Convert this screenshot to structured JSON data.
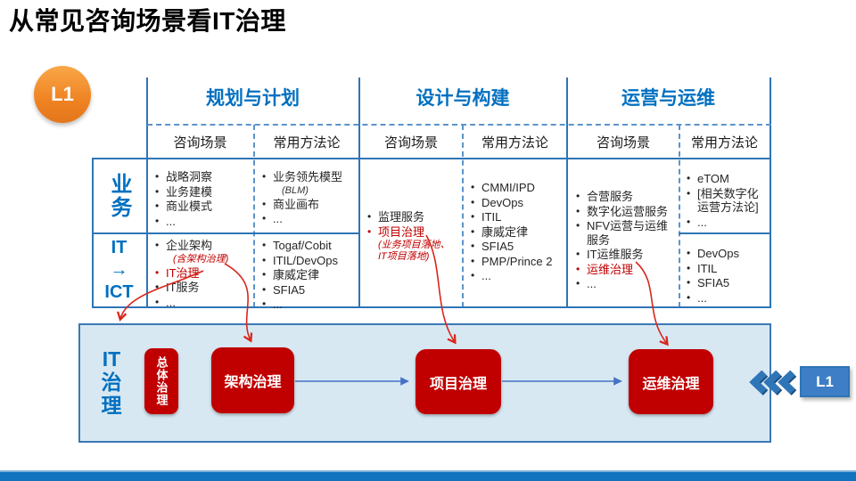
{
  "slide": {
    "title": "从常见咨询场景看IT治理"
  },
  "badges": {
    "level_circle": "L1",
    "level_tag": "L1"
  },
  "table": {
    "phase_headers": {
      "planning": "规划与计划",
      "design": "设计与构建",
      "operations": "运营与运维"
    },
    "sub_headers": {
      "scenario": "咨询场景",
      "method": "常用方法论"
    },
    "row_labels": {
      "business": "业务",
      "it_lines": [
        "IT",
        "→",
        "ICT"
      ]
    },
    "cells": {
      "planning_business_scenarios": [
        "战略洞察",
        "业务建模",
        "商业模式",
        "..."
      ],
      "planning_business_methods": [
        "业务领先模型",
        "商业画布",
        "..."
      ],
      "planning_business_method_note": "(BLM)",
      "planning_it_scenarios": [
        "企业架构",
        "IT治理",
        "IT服务",
        "..."
      ],
      "planning_it_scenario_note": "(含架构治理)",
      "planning_it_methods": [
        "Togaf/Cobit",
        "ITIL/DevOps",
        "康威定律",
        "SFIA5",
        "..."
      ],
      "design_scenarios": [
        "监理服务",
        "项目治理"
      ],
      "design_scenario_note_lines": [
        "(业务项目落地、",
        "IT项目落地)"
      ],
      "design_methods": [
        "CMMI/IPD",
        "DevOps",
        "ITIL",
        "康威定律",
        "SFIA5",
        "PMP/Prince 2",
        "..."
      ],
      "operations_scenarios": [
        "合营服务",
        "数字化运营服务",
        "NFV运营与运维服务",
        "IT运维服务",
        "运维治理",
        "..."
      ],
      "operations_methods_planning": [
        "eTOM",
        "[相关数字化运营方法论]",
        "..."
      ],
      "operations_methods_build": [
        "DevOps",
        "ITIL",
        "SFIA5",
        "..."
      ]
    }
  },
  "governance": {
    "label_lines": [
      "IT",
      "治",
      "理"
    ],
    "overall_box": "总体治理",
    "arch_box": "架构治理",
    "project_box": "项目治理",
    "ops_box": "运维治理"
  },
  "colors": {
    "accent_blue": "#0070c0",
    "border_blue": "#2e75b6",
    "red": "#c00000",
    "arrow_red": "#d8261c",
    "panel_fill": "#d8e8f2",
    "orange": "#ef8322",
    "footer_blue": "#1173bd"
  }
}
